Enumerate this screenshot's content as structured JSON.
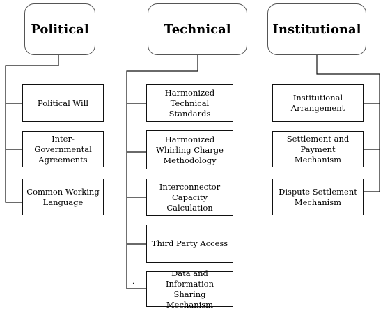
{
  "columns": [
    {
      "title": "Political",
      "items": [
        "Political Will",
        "Inter-Governmental Agreements",
        "Common Working Language"
      ]
    },
    {
      "title": "Technical",
      "items": [
        "Harmonized Technical Standards",
        "Harmonized Whirling Charge Methodology",
        "Interconnector Capacity Calculation",
        "Third Party Access",
        "Data and Information Sharing Mechanism"
      ]
    },
    {
      "title": "Institutional",
      "items": [
        "Institutional Arrangement",
        "Settlement and Payment Mechanism",
        "Dispute Settlement Mechanism"
      ]
    }
  ],
  "stray_mark": "·"
}
